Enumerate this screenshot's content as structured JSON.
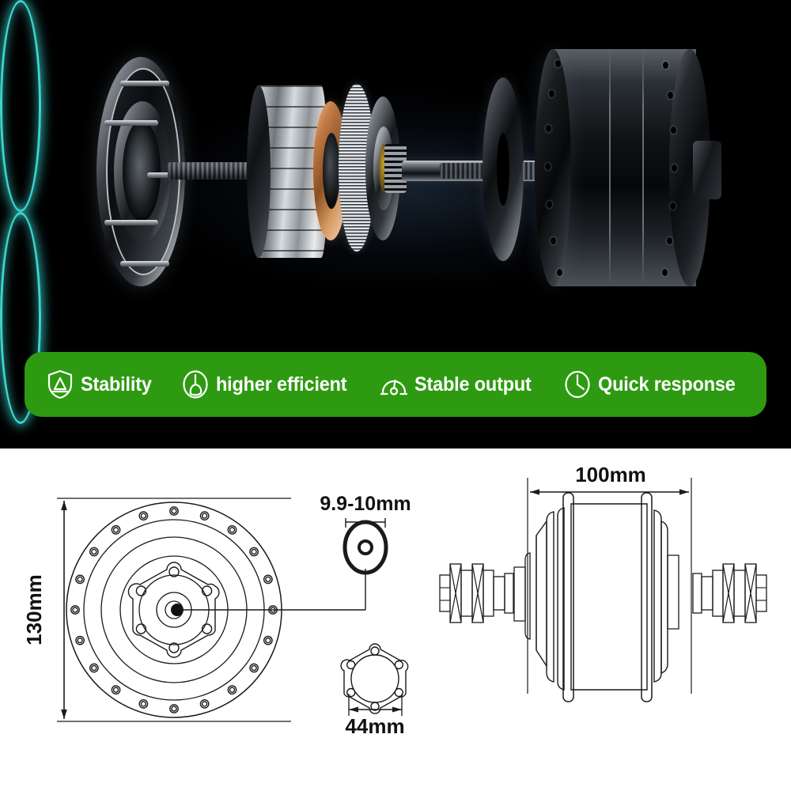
{
  "page": {
    "title": "E-Bike Hub Motor Product Sheet",
    "background_color": "#ffffff"
  },
  "hero": {
    "name": "exploded-hub-motor-render",
    "background_color": "#000000",
    "accent_glow_color": "#40E0D8",
    "parts": [
      {
        "id": "left-end-cap",
        "label": "Left end cap / flange"
      },
      {
        "id": "threaded-axle-stub",
        "label": "Threaded axle stub"
      },
      {
        "id": "stator-stack",
        "label": "Laminated stator stack"
      },
      {
        "id": "copper-clutch-ring",
        "label": "Copper clutch ring"
      },
      {
        "id": "planetary-ring-gear",
        "label": "Planetary ring gear"
      },
      {
        "id": "gear-carrier",
        "label": "Gear carrier plate"
      },
      {
        "id": "sun-pinion",
        "label": "Splined sun pinion"
      },
      {
        "id": "main-axle-shaft",
        "label": "Main axle shaft"
      },
      {
        "id": "spacer-disc",
        "label": "Bearing spacer disc"
      },
      {
        "id": "hub-shell",
        "label": "Hub shell with spoke flanges"
      }
    ]
  },
  "feature_bar": {
    "background_color": "#2E9A11",
    "text_color": "#FFFFFF",
    "features": [
      {
        "icon": "shield-stability-icon",
        "label": "Stability"
      },
      {
        "icon": "efficiency-rotor-icon",
        "label": "higher efficient"
      },
      {
        "icon": "gauge-output-icon",
        "label": "Stable output"
      },
      {
        "icon": "clock-response-icon",
        "label": "Quick response"
      }
    ]
  },
  "tech_drawings": {
    "background_color": "#ffffff",
    "line_color": "#1a1a1a",
    "front_view": {
      "name": "hub-front-view",
      "dimension_label": "130mm",
      "dimension_orientation": "vertical",
      "spoke_hole_count": 20,
      "bolt_hole_count": 6
    },
    "axle_detail": {
      "name": "axle-flat-detail",
      "dimension_label": "9.9-10mm"
    },
    "bolt_pattern": {
      "name": "disc-brake-bolt-pattern",
      "dimension_label": "44mm",
      "bolt_hole_count": 6
    },
    "side_view": {
      "name": "hub-side-view",
      "dimension_label": "100mm",
      "dimension_orientation": "horizontal"
    }
  }
}
